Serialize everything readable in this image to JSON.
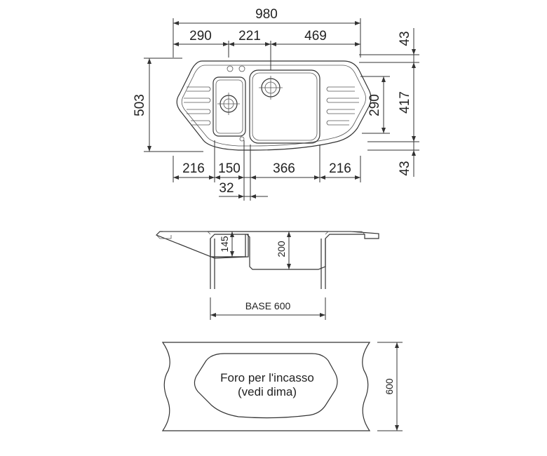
{
  "top_view": {
    "overall_width": "980",
    "top_segments": [
      "290",
      "221",
      "469"
    ],
    "overall_depth": "503",
    "bowl_depth": "290",
    "inner_depth": "417",
    "right_top_offset": "43",
    "right_bottom_offset": "43",
    "bottom_segments": [
      "216",
      "150",
      "366",
      "216"
    ],
    "waste_offset": "32"
  },
  "section_view": {
    "small_bowl_depth": "145",
    "large_bowl_depth": "200",
    "base_label": "BASE 600"
  },
  "cutout_view": {
    "label_line1": "Foro per l'incasso",
    "label_line2": "(vedi dima)",
    "height": "600"
  }
}
